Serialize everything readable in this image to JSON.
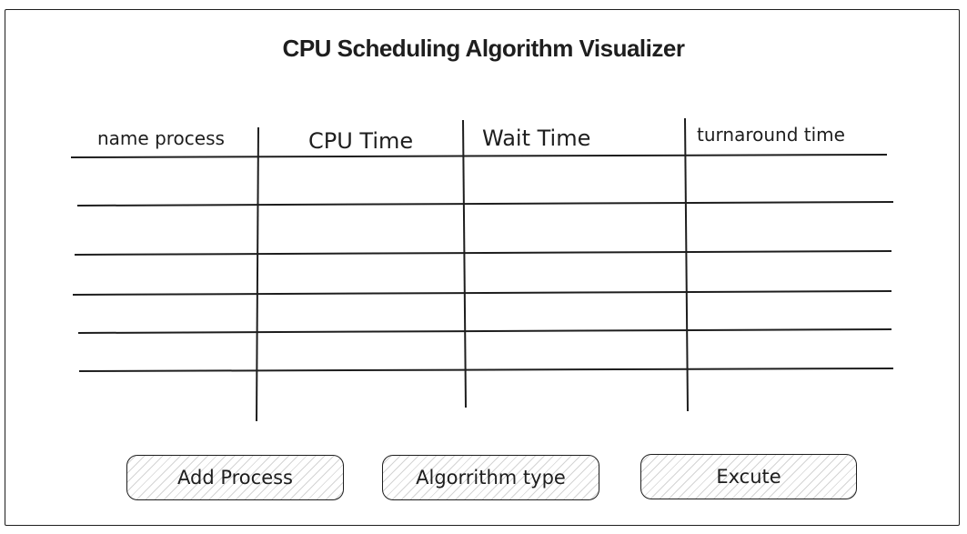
{
  "title": "CPU Scheduling Algorithm Visualizer",
  "table": {
    "columns": [
      "name process",
      "CPU Time",
      "Wait Time",
      "turnaround time"
    ],
    "rows": [
      [
        "",
        "",
        "",
        ""
      ],
      [
        "",
        "",
        "",
        ""
      ],
      [
        "",
        "",
        "",
        ""
      ],
      [
        "",
        "",
        "",
        ""
      ],
      [
        "",
        "",
        "",
        ""
      ]
    ]
  },
  "buttons": {
    "add_process": "Add Process",
    "algorithm_type": "Algorrithm type",
    "execute": "Excute"
  }
}
